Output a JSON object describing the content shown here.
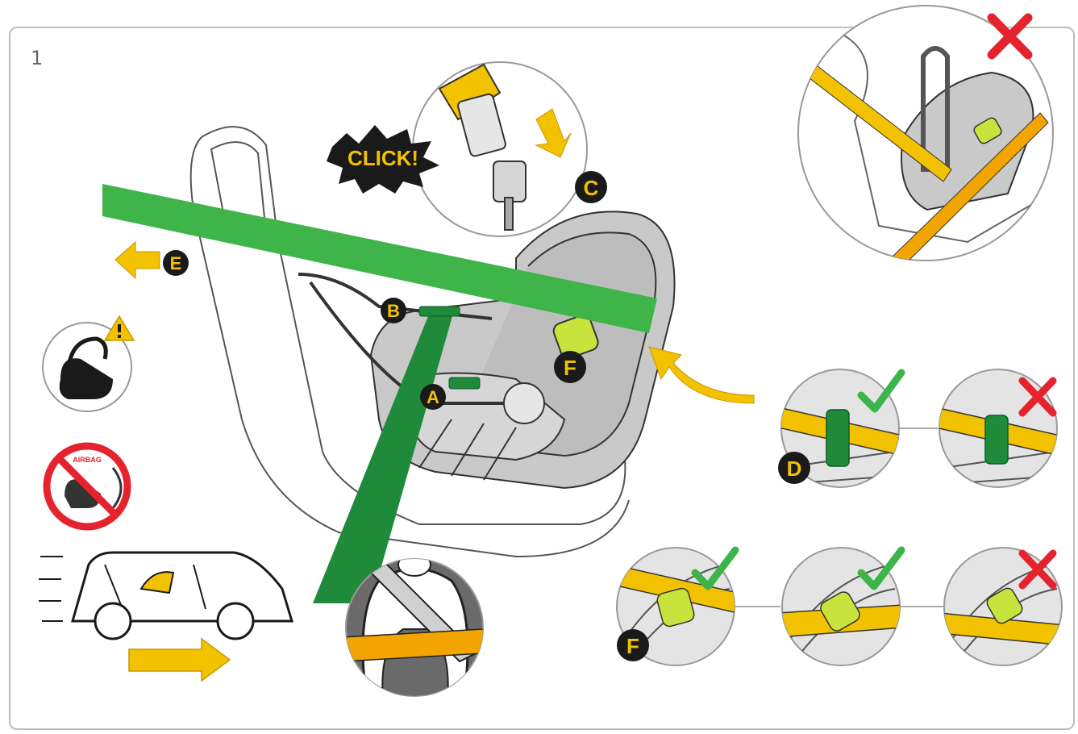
{
  "step": {
    "number": "1"
  },
  "callouts": {
    "click": "CLICK!",
    "a": "A",
    "b": "B",
    "c": "C",
    "d": "D",
    "e": "E",
    "f_main": "F",
    "f_detail": "F"
  },
  "airbag_sign": {
    "text": "AIRBAG"
  },
  "colors": {
    "lap_belt": "#1f8a3a",
    "shoulder_belt": "#3eb449",
    "buckle_belt": "#f2c200",
    "callout_fill": "#1a1a1a",
    "callout_text": "#f2c200",
    "check": "#3cb44a",
    "cross": "#e5232e",
    "seat_gray": "#c9c9c9",
    "indicator": "#c8e43c",
    "warning": "#f2c200",
    "no_sign": "#e5232e"
  },
  "icons": [
    "check-icon",
    "cross-icon",
    "warning-icon",
    "no-airbag-icon",
    "arrow-right-icon",
    "arrow-left-icon",
    "car-icon",
    "infant-carrier-icon"
  ],
  "details": {
    "top_right": {
      "status": "incorrect"
    },
    "d_row": [
      {
        "status": "correct"
      },
      {
        "status": "incorrect"
      }
    ],
    "f_row": [
      {
        "status": "correct"
      },
      {
        "status": "correct"
      },
      {
        "status": "incorrect"
      }
    ]
  }
}
